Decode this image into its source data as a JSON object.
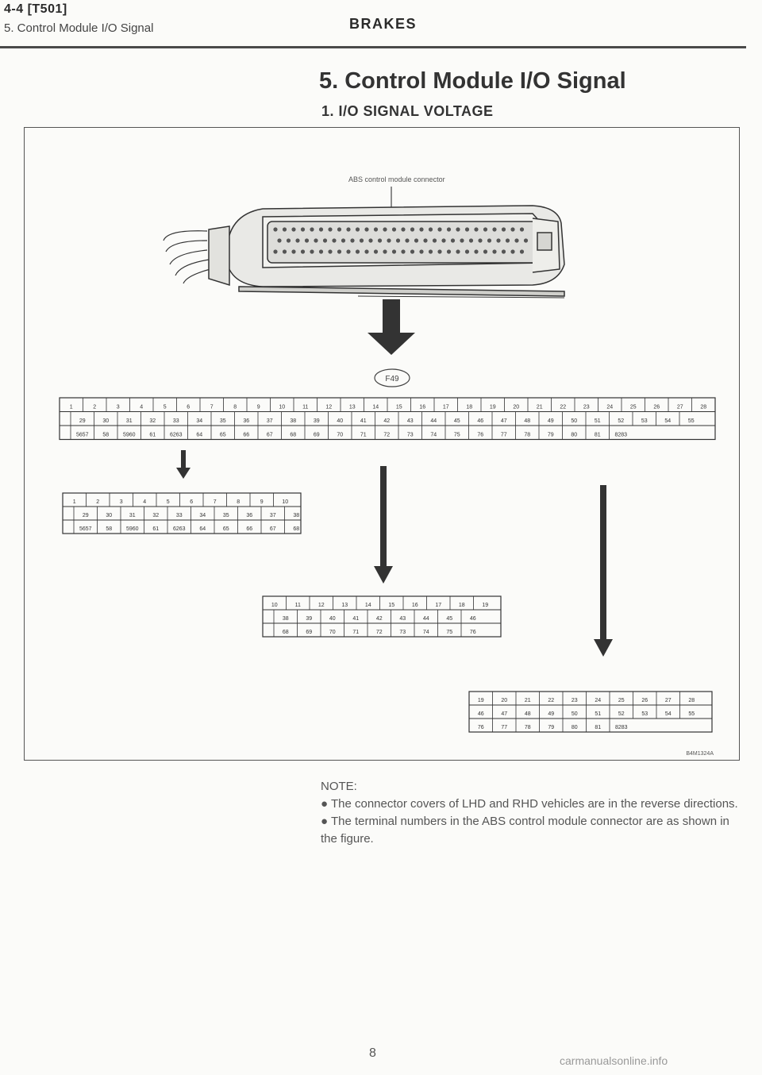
{
  "header": {
    "section_code": "4-4 [T501]",
    "subsection": "5. Control Module I/O Signal",
    "title": "BRAKES"
  },
  "section_title": "5. Control Module I/O Signal",
  "subsection_title": "1. I/O SIGNAL VOLTAGE",
  "figure": {
    "callout": "ABS control module connector",
    "connector_id": "F49",
    "figure_code": "B4M1324A",
    "full_rows": [
      [
        "1",
        "2",
        "3",
        "4",
        "5",
        "6",
        "7",
        "8",
        "9",
        "10",
        "11",
        "12",
        "13",
        "14",
        "15",
        "16",
        "17",
        "18",
        "19",
        "20",
        "21",
        "22",
        "23",
        "24",
        "25",
        "26",
        "27",
        "28"
      ],
      [
        "29",
        "30",
        "31",
        "32",
        "33",
        "34",
        "35",
        "36",
        "37",
        "38",
        "39",
        "40",
        "41",
        "42",
        "43",
        "44",
        "45",
        "46",
        "47",
        "48",
        "49",
        "50",
        "51",
        "52",
        "53",
        "54",
        "55"
      ],
      [
        "5657",
        "58",
        "5960",
        "61",
        "6263",
        "64",
        "65",
        "66",
        "67",
        "68",
        "69",
        "70",
        "71",
        "72",
        "73",
        "74",
        "75",
        "76",
        "77",
        "78",
        "79",
        "80",
        "81",
        "8283"
      ]
    ],
    "left_rows": [
      [
        "1",
        "2",
        "3",
        "4",
        "5",
        "6",
        "7",
        "8",
        "9",
        "10"
      ],
      [
        "29",
        "30",
        "31",
        "32",
        "33",
        "34",
        "35",
        "36",
        "37",
        "38"
      ],
      [
        "5657",
        "58",
        "5960",
        "61",
        "6263",
        "64",
        "65",
        "66",
        "67",
        "68"
      ]
    ],
    "mid_rows": [
      [
        "10",
        "11",
        "12",
        "13",
        "14",
        "15",
        "16",
        "17",
        "18",
        "19"
      ],
      [
        "38",
        "39",
        "40",
        "41",
        "42",
        "43",
        "44",
        "45",
        "46"
      ],
      [
        "68",
        "69",
        "70",
        "71",
        "72",
        "73",
        "74",
        "75",
        "76"
      ]
    ],
    "right_rows": [
      [
        "19",
        "20",
        "21",
        "22",
        "23",
        "24",
        "25",
        "26",
        "27",
        "28"
      ],
      [
        "46",
        "47",
        "48",
        "49",
        "50",
        "51",
        "52",
        "53",
        "54",
        "55"
      ],
      [
        "76",
        "77",
        "78",
        "79",
        "80",
        "81",
        "8283"
      ]
    ]
  },
  "note": {
    "heading": "NOTE:",
    "items": [
      "The connector covers of LHD and RHD vehicles are in the reverse directions.",
      "The terminal numbers in the ABS control module connector are as shown in the figure."
    ]
  },
  "page_number": "8",
  "watermark": "carmanualsonline.info"
}
